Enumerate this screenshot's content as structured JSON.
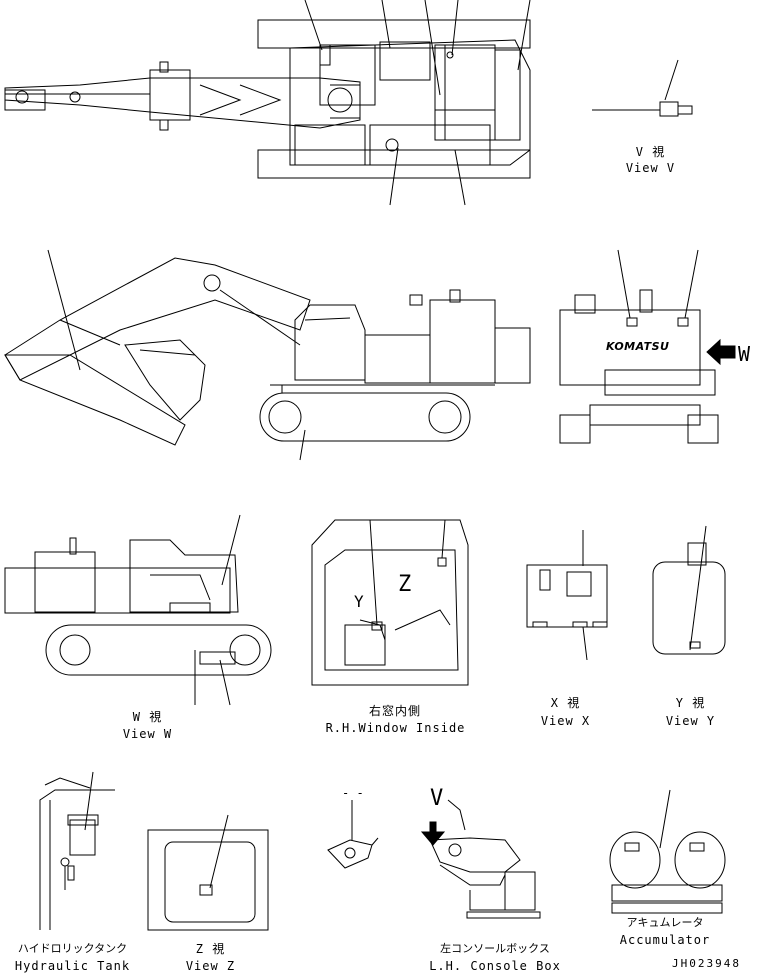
{
  "drawing_id": "JH023948",
  "brand_text": "KOMATSU",
  "arrow_tag": "W",
  "views": {
    "view_v": {
      "jp": "V 視",
      "en": "View V"
    },
    "view_w": {
      "jp": "W 視",
      "en": "View W"
    },
    "rh_window": {
      "jp": "右窓内側",
      "en": "R.H.Window Inside",
      "tag_y": "Y",
      "tag_z": "Z"
    },
    "view_x": {
      "jp": "X 視",
      "en": "View X"
    },
    "view_y": {
      "jp": "Y 視",
      "en": "View Y"
    },
    "hydraulic_tank": {
      "jp": "ハイドロリックタンク",
      "en": "Hydraulic Tank"
    },
    "view_z": {
      "jp": "Z 視",
      "en": "View Z"
    },
    "dash_mark": "- -",
    "console": {
      "jp": "左コンソールボックス",
      "en": "L.H. Console Box",
      "tag_v": "V"
    },
    "accumulator": {
      "jp": "アキュムレータ",
      "en": "Accumulator"
    }
  }
}
